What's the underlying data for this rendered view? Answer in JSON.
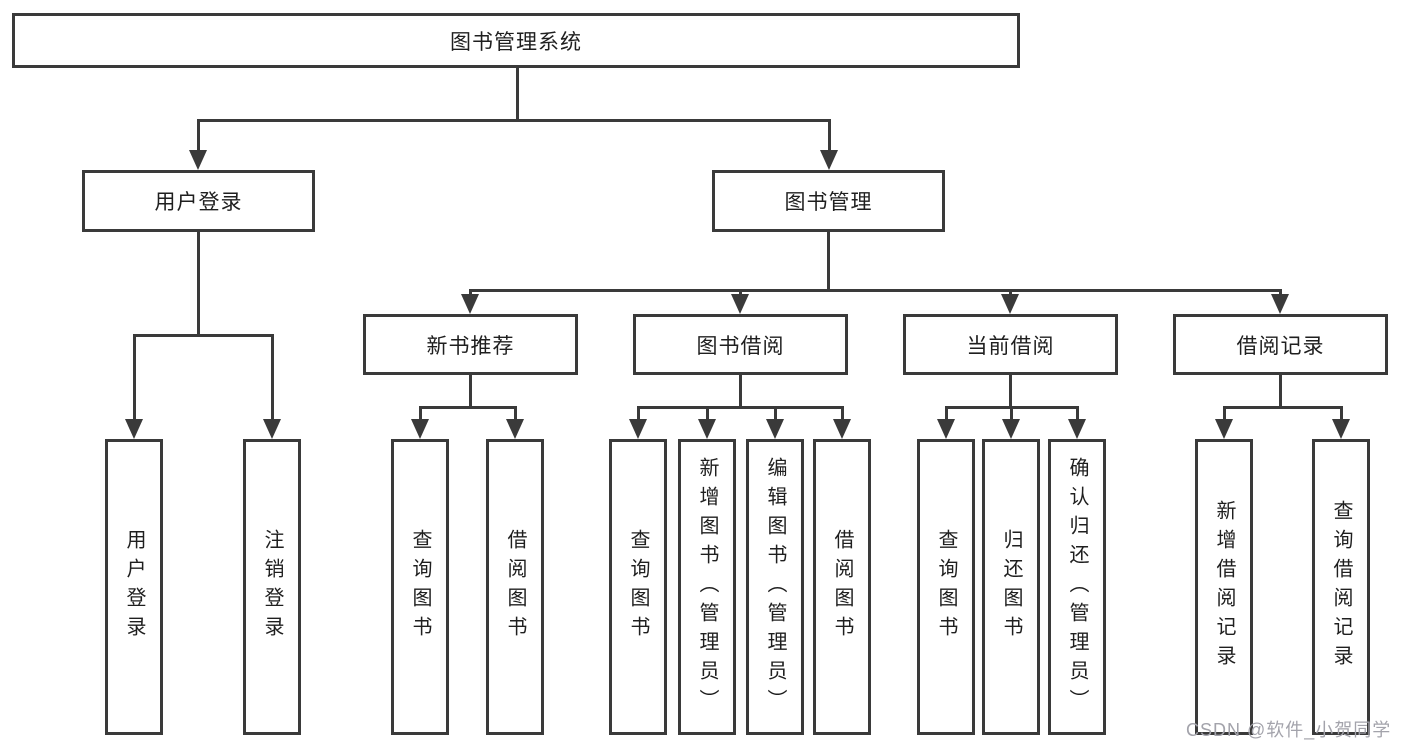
{
  "diagram": {
    "root": "图书管理系统",
    "branches": [
      {
        "label": "用户登录",
        "children": [
          "用户登录",
          "注销登录"
        ]
      },
      {
        "label": "图书管理",
        "groups": [
          {
            "label": "新书推荐",
            "children": [
              "查询图书",
              "借阅图书"
            ]
          },
          {
            "label": "图书借阅",
            "children": [
              "查询图书",
              "新增图书（管理员）",
              "编辑图书（管理员）",
              "借阅图书"
            ]
          },
          {
            "label": "当前借阅",
            "children": [
              "查询图书",
              "归还图书",
              "确认归还（管理员）"
            ]
          },
          {
            "label": "借阅记录",
            "children": [
              "新增借阅记录",
              "查询借阅记录"
            ]
          }
        ]
      }
    ]
  },
  "watermark": "CSDN @软件_小贺同学",
  "colors": {
    "line": "#3a3a3a",
    "text": "#1f1f1f",
    "watermark": "#a3a3ab",
    "background": "#ffffff"
  }
}
